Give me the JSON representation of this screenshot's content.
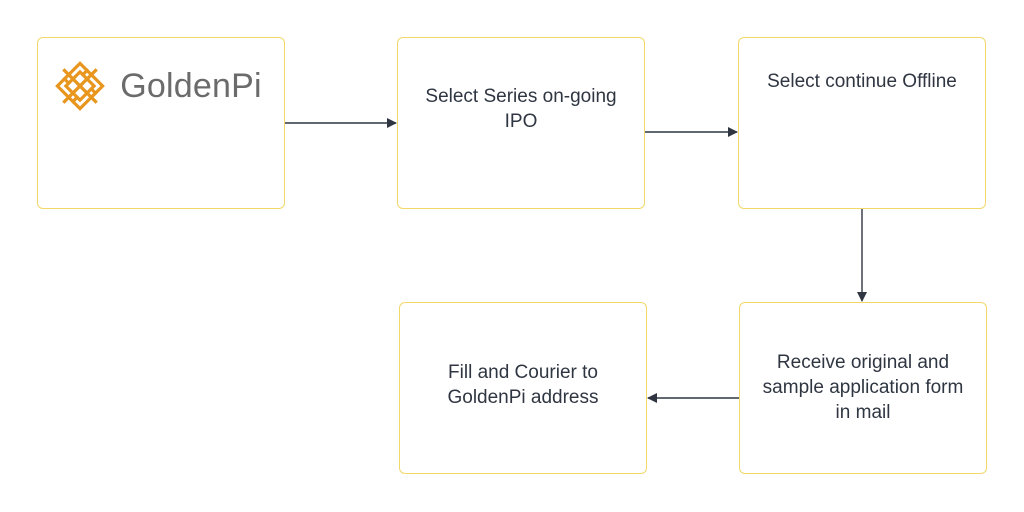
{
  "diagram": {
    "nodes": [
      {
        "id": "logo",
        "label": "GoldenPi"
      },
      {
        "id": "ipo",
        "label": "Select Series on-going IPO"
      },
      {
        "id": "offline",
        "label": "Select continue Offline"
      },
      {
        "id": "receive",
        "label": "Receive original and sample application form in mail"
      },
      {
        "id": "fill",
        "label": "Fill and Courier to GoldenPi address"
      }
    ],
    "edges": [
      {
        "from": "logo",
        "to": "ipo"
      },
      {
        "from": "ipo",
        "to": "offline"
      },
      {
        "from": "offline",
        "to": "receive"
      },
      {
        "from": "receive",
        "to": "fill"
      }
    ],
    "colors": {
      "box_border": "#f2d86a",
      "text": "#2f3642",
      "arrow": "#2f3642",
      "logo_mark": "#e8961e",
      "logo_text": "#6b6b6b"
    }
  }
}
